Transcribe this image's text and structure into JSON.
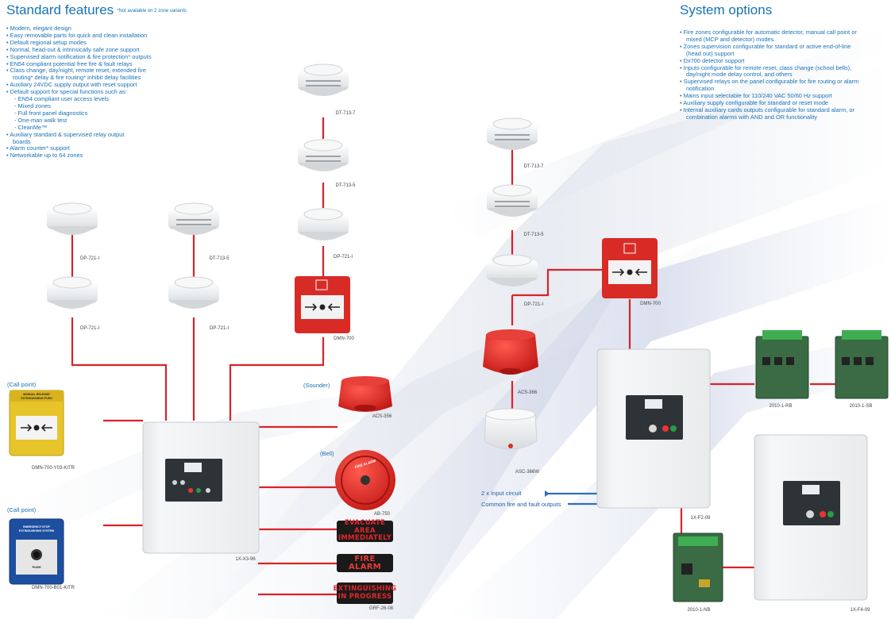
{
  "standard_features": {
    "title": "Standard features",
    "note": "*Not available on 2 zone variants",
    "items": [
      {
        "text": "• Modern, elegant design",
        "kind": "item"
      },
      {
        "text": "• Easy removable parts for quick and clean installation",
        "kind": "item"
      },
      {
        "text": "• Default regional setup modes",
        "kind": "item"
      },
      {
        "text": "• Normal, head-out & intrinsically safe zone support",
        "kind": "item"
      },
      {
        "text": "• Supervised alarm notification & fire protection* outputs",
        "kind": "item"
      },
      {
        "text": "• EN54 compliant potential free fire & fault relays",
        "kind": "item"
      },
      {
        "text": "• Class change, day/night, remote reset, extended fire",
        "kind": "item"
      },
      {
        "text": "routing* delay & fire routing* inhibit delay facilities",
        "kind": "cont"
      },
      {
        "text": "• Auxiliary 24VDC supply output with reset support",
        "kind": "item"
      },
      {
        "text": "• Default support for special functions such as:",
        "kind": "item"
      },
      {
        "text": "- EN54 compliant user access levels",
        "kind": "sub"
      },
      {
        "text": "- Mixed zones",
        "kind": "sub"
      },
      {
        "text": "- Full front panel diagnostics",
        "kind": "sub"
      },
      {
        "text": "- One-man walk test",
        "kind": "sub"
      },
      {
        "text": "- CleanMe™",
        "kind": "sub"
      },
      {
        "text": "• Auxiliary standard & supervised relay output",
        "kind": "item"
      },
      {
        "text": "boards",
        "kind": "cont"
      },
      {
        "text": "• Alarm counter* support",
        "kind": "item"
      },
      {
        "text": "• Networkable up to 64 zones",
        "kind": "item"
      }
    ]
  },
  "system_options": {
    "title": "System options",
    "items": [
      {
        "text": "• Fire zones configurable for automatic detector, manual call point or",
        "kind": "item"
      },
      {
        "text": "mixed (MCP and detector) modes",
        "kind": "cont"
      },
      {
        "text": "• Zones supervision configurable for standard or active end-of-line",
        "kind": "item"
      },
      {
        "text": "(head out) support",
        "kind": "cont"
      },
      {
        "text": "• Dx700 detector support",
        "kind": "item"
      },
      {
        "text": "• Inputs configurable for remote reset, class change (school bells),",
        "kind": "item"
      },
      {
        "text": "day/night mode delay control, and others",
        "kind": "cont"
      },
      {
        "text": "• Supervised relays on the panel configurable for fire routing or alarm",
        "kind": "item"
      },
      {
        "text": "notification",
        "kind": "cont"
      },
      {
        "text": "• Mains input selectable for 110/240 VAC 50/60 Hz support",
        "kind": "item"
      },
      {
        "text": "• Auxiliary supply configurable for standard or reset mode",
        "kind": "item"
      },
      {
        "text": "• Internal auxiliary cards outputs configurable for standard alarm, or",
        "kind": "item"
      },
      {
        "text": "combination alarms with AND and OR functionality",
        "kind": "cont"
      }
    ]
  },
  "labels": {
    "d1": "DP-721-I",
    "d2": "DP-721-I",
    "d3": "DT-713-5",
    "d4": "DP-721-I",
    "d5": "DT-713-7",
    "d6": "DT-713-5",
    "d7": "DP-721-I",
    "mcp1": "DMN-700",
    "callpoint_caption1": "(Call point)",
    "callpoint_yellow": "DMN-700-Y03-KITR",
    "callpoint_caption2": "(Call point)",
    "callpoint_blue": "DMN-700-B01-KITR",
    "sounder_caption": "(Sounder)",
    "sounder": "ACS-356",
    "bell_caption": "(Bell)",
    "bell": "AB-750",
    "signs_label": "GRF-26-08",
    "panel_left": "1X-X3-96",
    "r_d1": "DT-713-7",
    "r_d2": "DT-713-5",
    "r_d3": "DP-721-I",
    "r_mcp": "DMN-700",
    "r_sounder": "ACS-366",
    "r_sounder2": "ASC-366W",
    "r_panel": "1X-F2-09",
    "r_board1": "2010-1-RB",
    "r_board2": "2010-1-SB",
    "r_board3": "2010-1-NB",
    "r_panel2": "1X-F4-09",
    "input_circuit": "2 x Input circuit",
    "common_outputs": "Common fire and fault outputs"
  },
  "signs": {
    "sign1": [
      "EVACUATE AREA",
      "IMMEDIATELY"
    ],
    "sign2": [
      "FIRE ALARM"
    ],
    "sign3": [
      "EXTINGUISHING",
      "IN PROGRESS"
    ]
  },
  "device_text": {
    "yellow_mcp": [
      "MANUAL RELEASE",
      "EXTINGUISHING PUSH"
    ],
    "blue_mcp": [
      "EMERGENCY STOP",
      "EXTINGUISHING SYSTEM"
    ],
    "blue_push": "PUSH",
    "bell_text": "FIRE ALARM"
  },
  "colors": {
    "accent_blue": "#1a72b5",
    "wire_red": "#d8232a",
    "wire_blue": "#2f6fb8",
    "mcp_red": "#d92b26",
    "mcp_yellow": "#e7c52a",
    "mcp_blue": "#1d4ea0"
  }
}
